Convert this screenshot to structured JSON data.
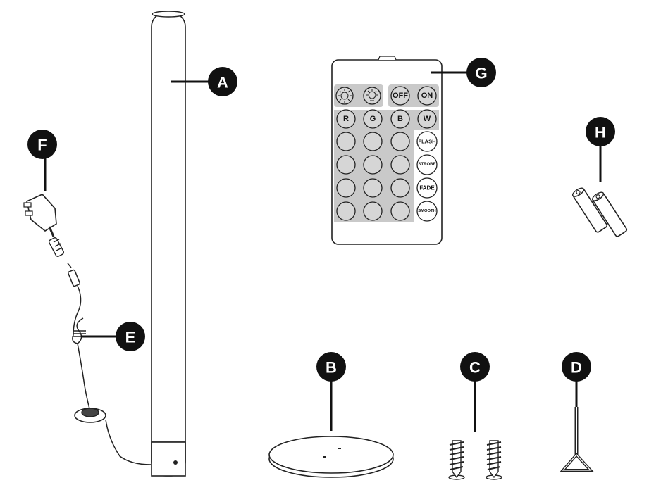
{
  "callouts": {
    "a": "A",
    "b": "B",
    "c": "C",
    "d": "D",
    "e": "E",
    "f": "F",
    "g": "G",
    "h": "H"
  },
  "remote": {
    "off": "OFF",
    "on": "ON",
    "r": "R",
    "g": "G",
    "b": "B",
    "w": "W",
    "flash": "FLASH",
    "strobe": "STROBE",
    "fade": "FADE",
    "smooth": "SMOOTH"
  },
  "icons": {
    "brightness_up": "sun-up-icon",
    "brightness_down": "sun-down-icon"
  },
  "colors": {
    "ink": "#111111",
    "remote_panel": "#c9c9c9",
    "button_fill": "#d6d6d6"
  }
}
